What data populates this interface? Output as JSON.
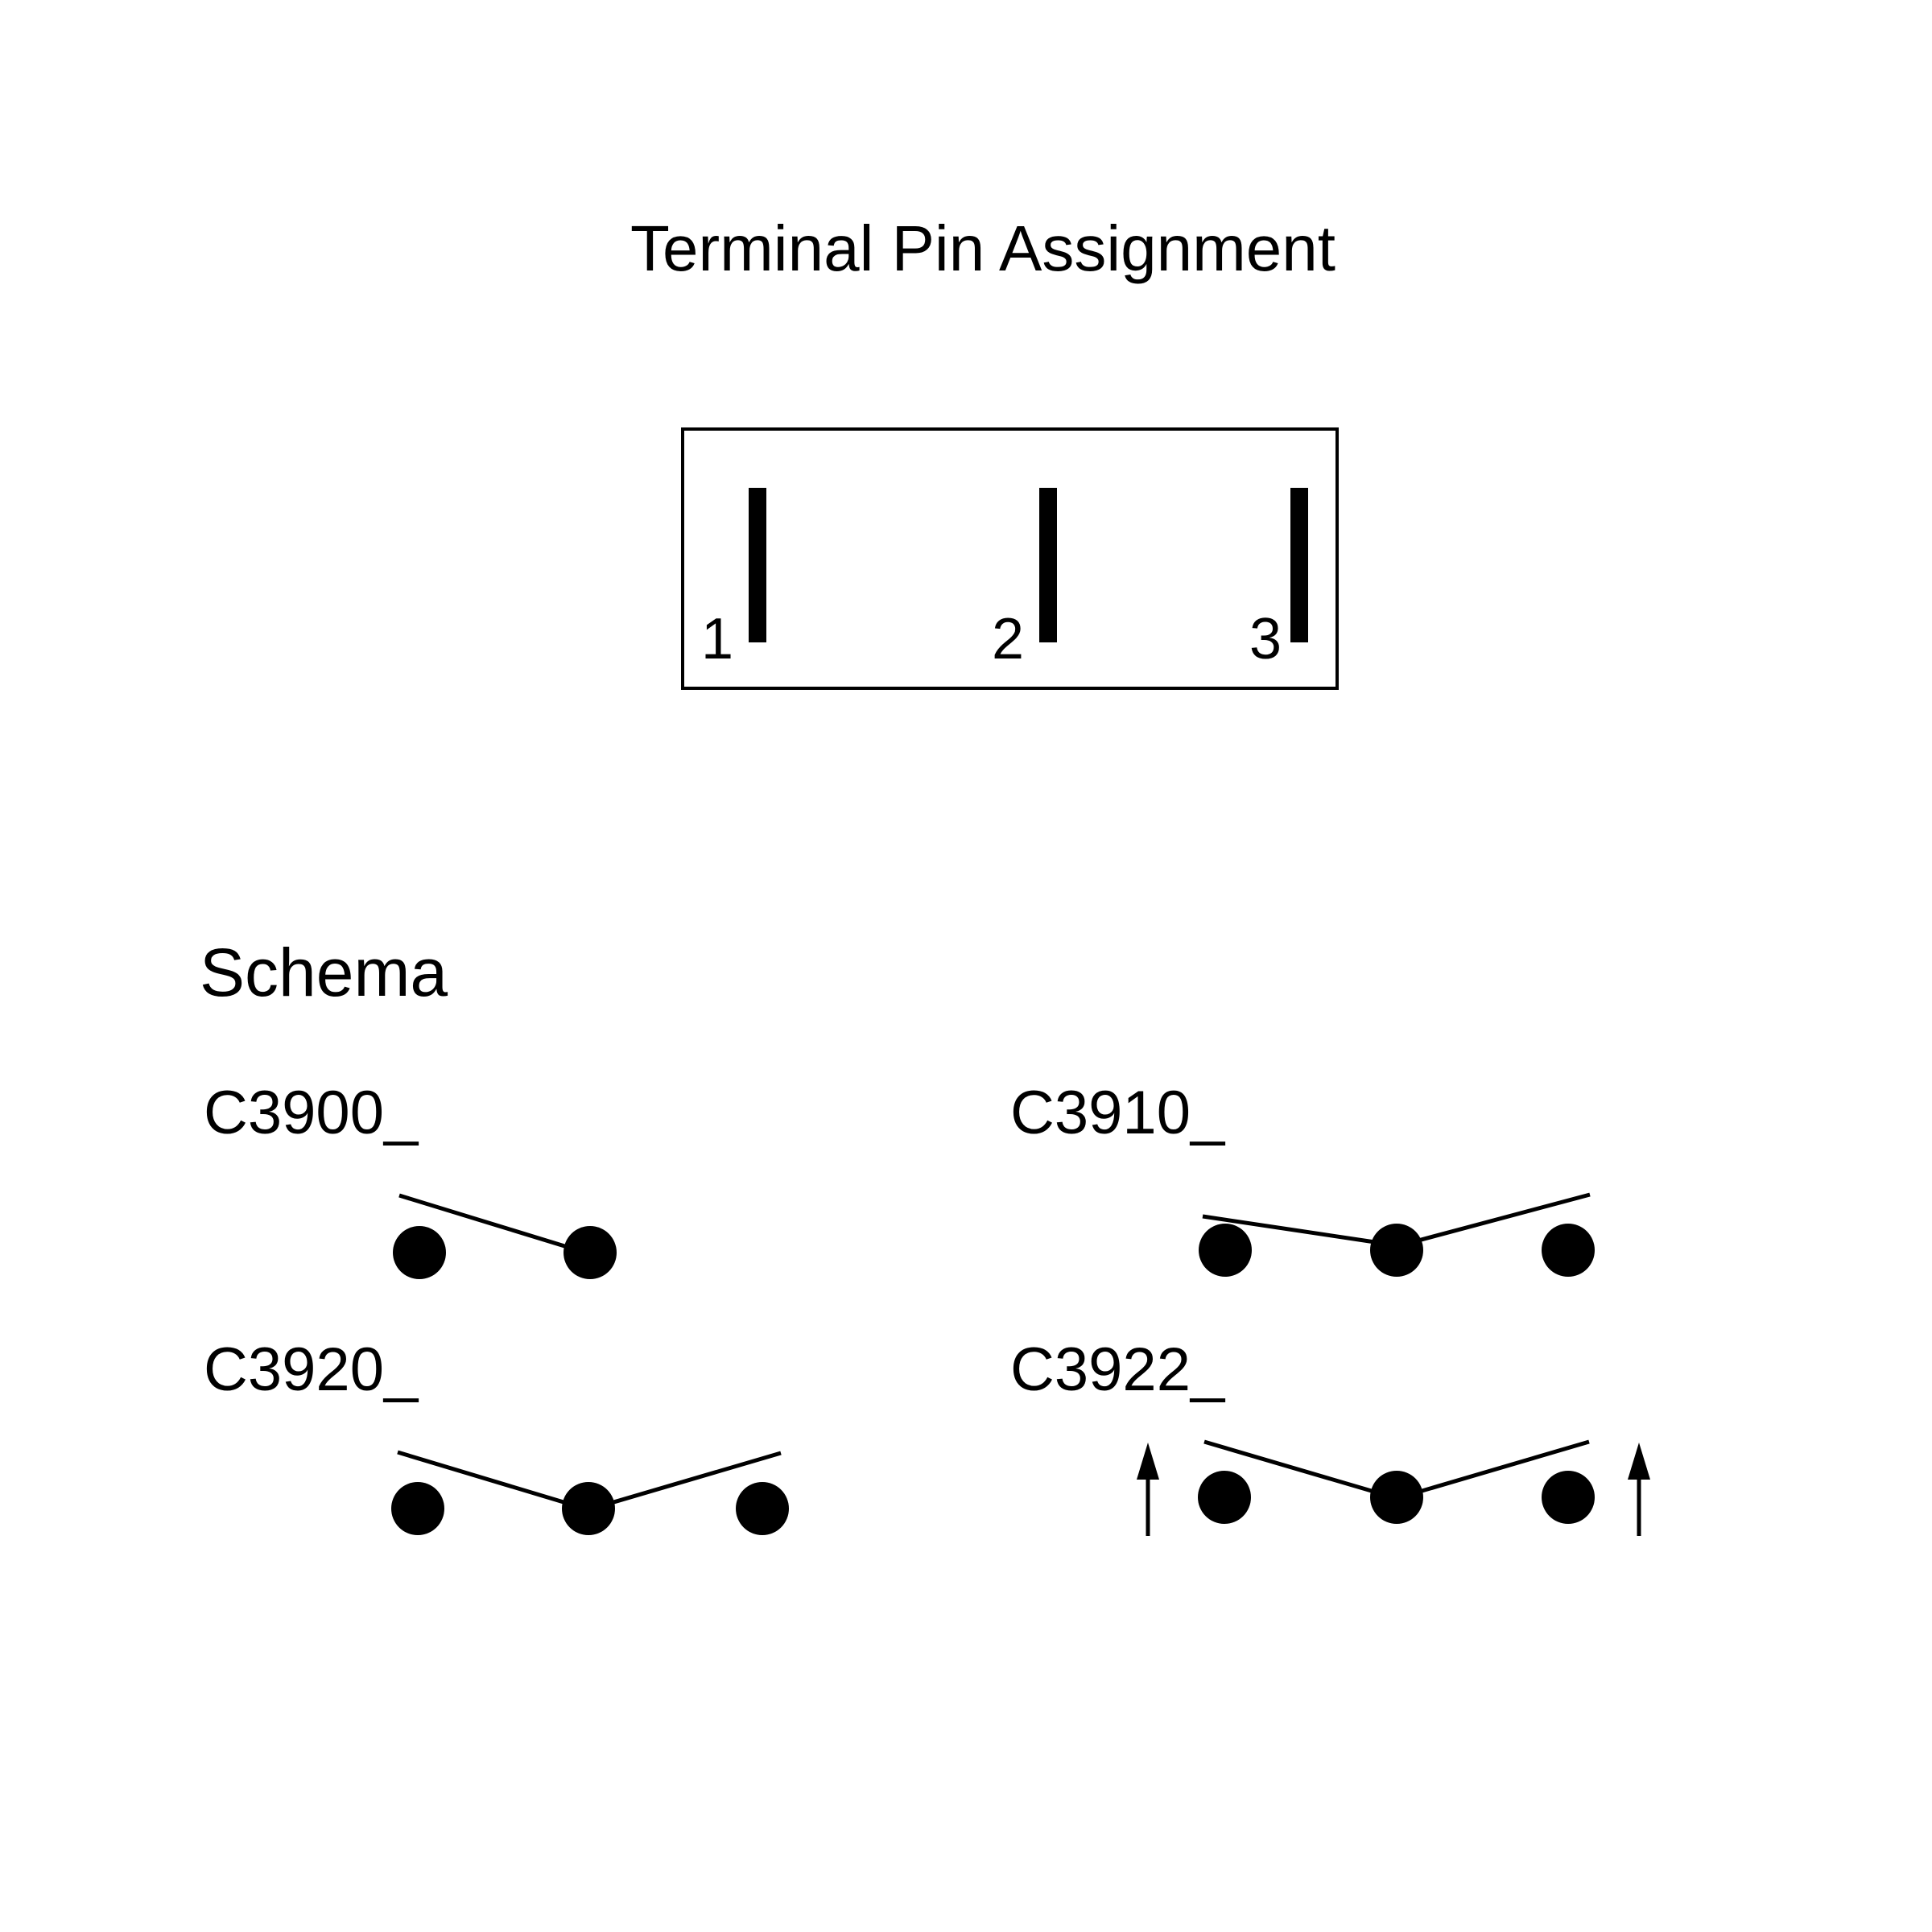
{
  "title": "Terminal Pin Assignment",
  "pins": [
    "1",
    "2",
    "3"
  ],
  "schema": {
    "heading": "Schema",
    "variants": [
      {
        "code": "C3900_",
        "terminals": 2,
        "contacts": "one lever open from left terminal"
      },
      {
        "code": "C3910_",
        "terminals": 3,
        "contacts": "left lever closed to center, right lever open"
      },
      {
        "code": "C3920_",
        "terminals": 3,
        "contacts": "both levers open from center"
      },
      {
        "code": "C3922_",
        "terminals": 3,
        "contacts": "both levers open from center, momentary both sides"
      }
    ]
  },
  "colors": {
    "ink": "#000000",
    "background": "#ffffff"
  }
}
